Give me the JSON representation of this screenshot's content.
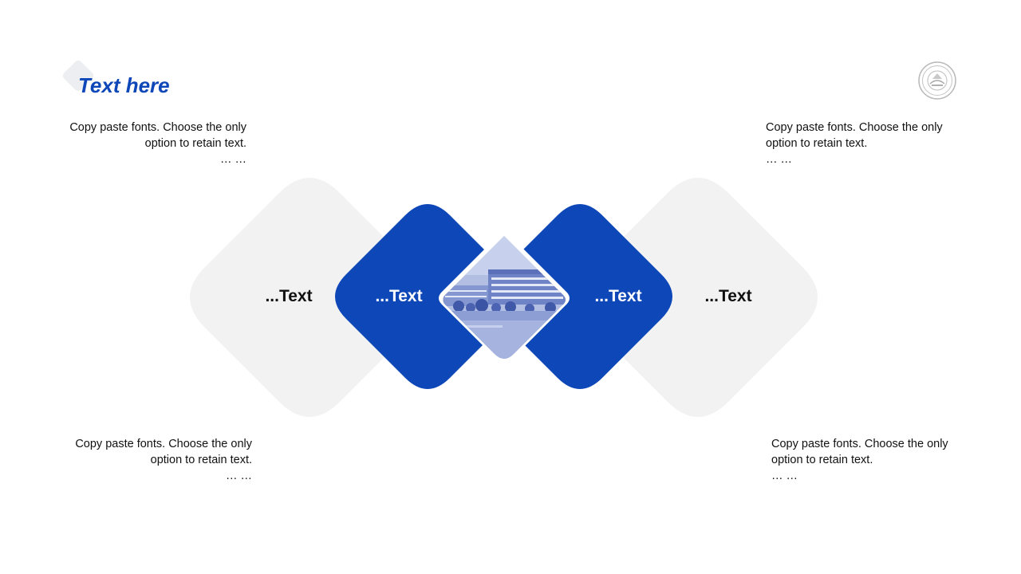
{
  "title": "Text here",
  "notes": {
    "top_left": {
      "line1": "Copy paste fonts. Choose the only",
      "line2": "option to retain text.",
      "line3": "… …"
    },
    "top_right": {
      "line1": "Copy paste fonts. Choose the only",
      "line2": "option to retain text.",
      "line3": "… …"
    },
    "bottom_left": {
      "line1": "Copy paste fonts. Choose the only",
      "line2": "option to retain text.",
      "line3": "… …"
    },
    "bottom_right": {
      "line1": "Copy paste fonts. Choose the only",
      "line2": "option to retain text.",
      "line3": "… …"
    }
  },
  "diagram": {
    "labels": [
      "...Text",
      "...Text",
      "...Text",
      "...Text"
    ],
    "center_image": "campus-building-photo"
  },
  "icons": {
    "logo": "university-seal-icon",
    "title_decoration": "diamond-icon"
  },
  "colors": {
    "accent": "#0e47b8",
    "light_shape": "#f2f2f3",
    "photo_tint": "#a9b6dc",
    "text": "#111111"
  }
}
